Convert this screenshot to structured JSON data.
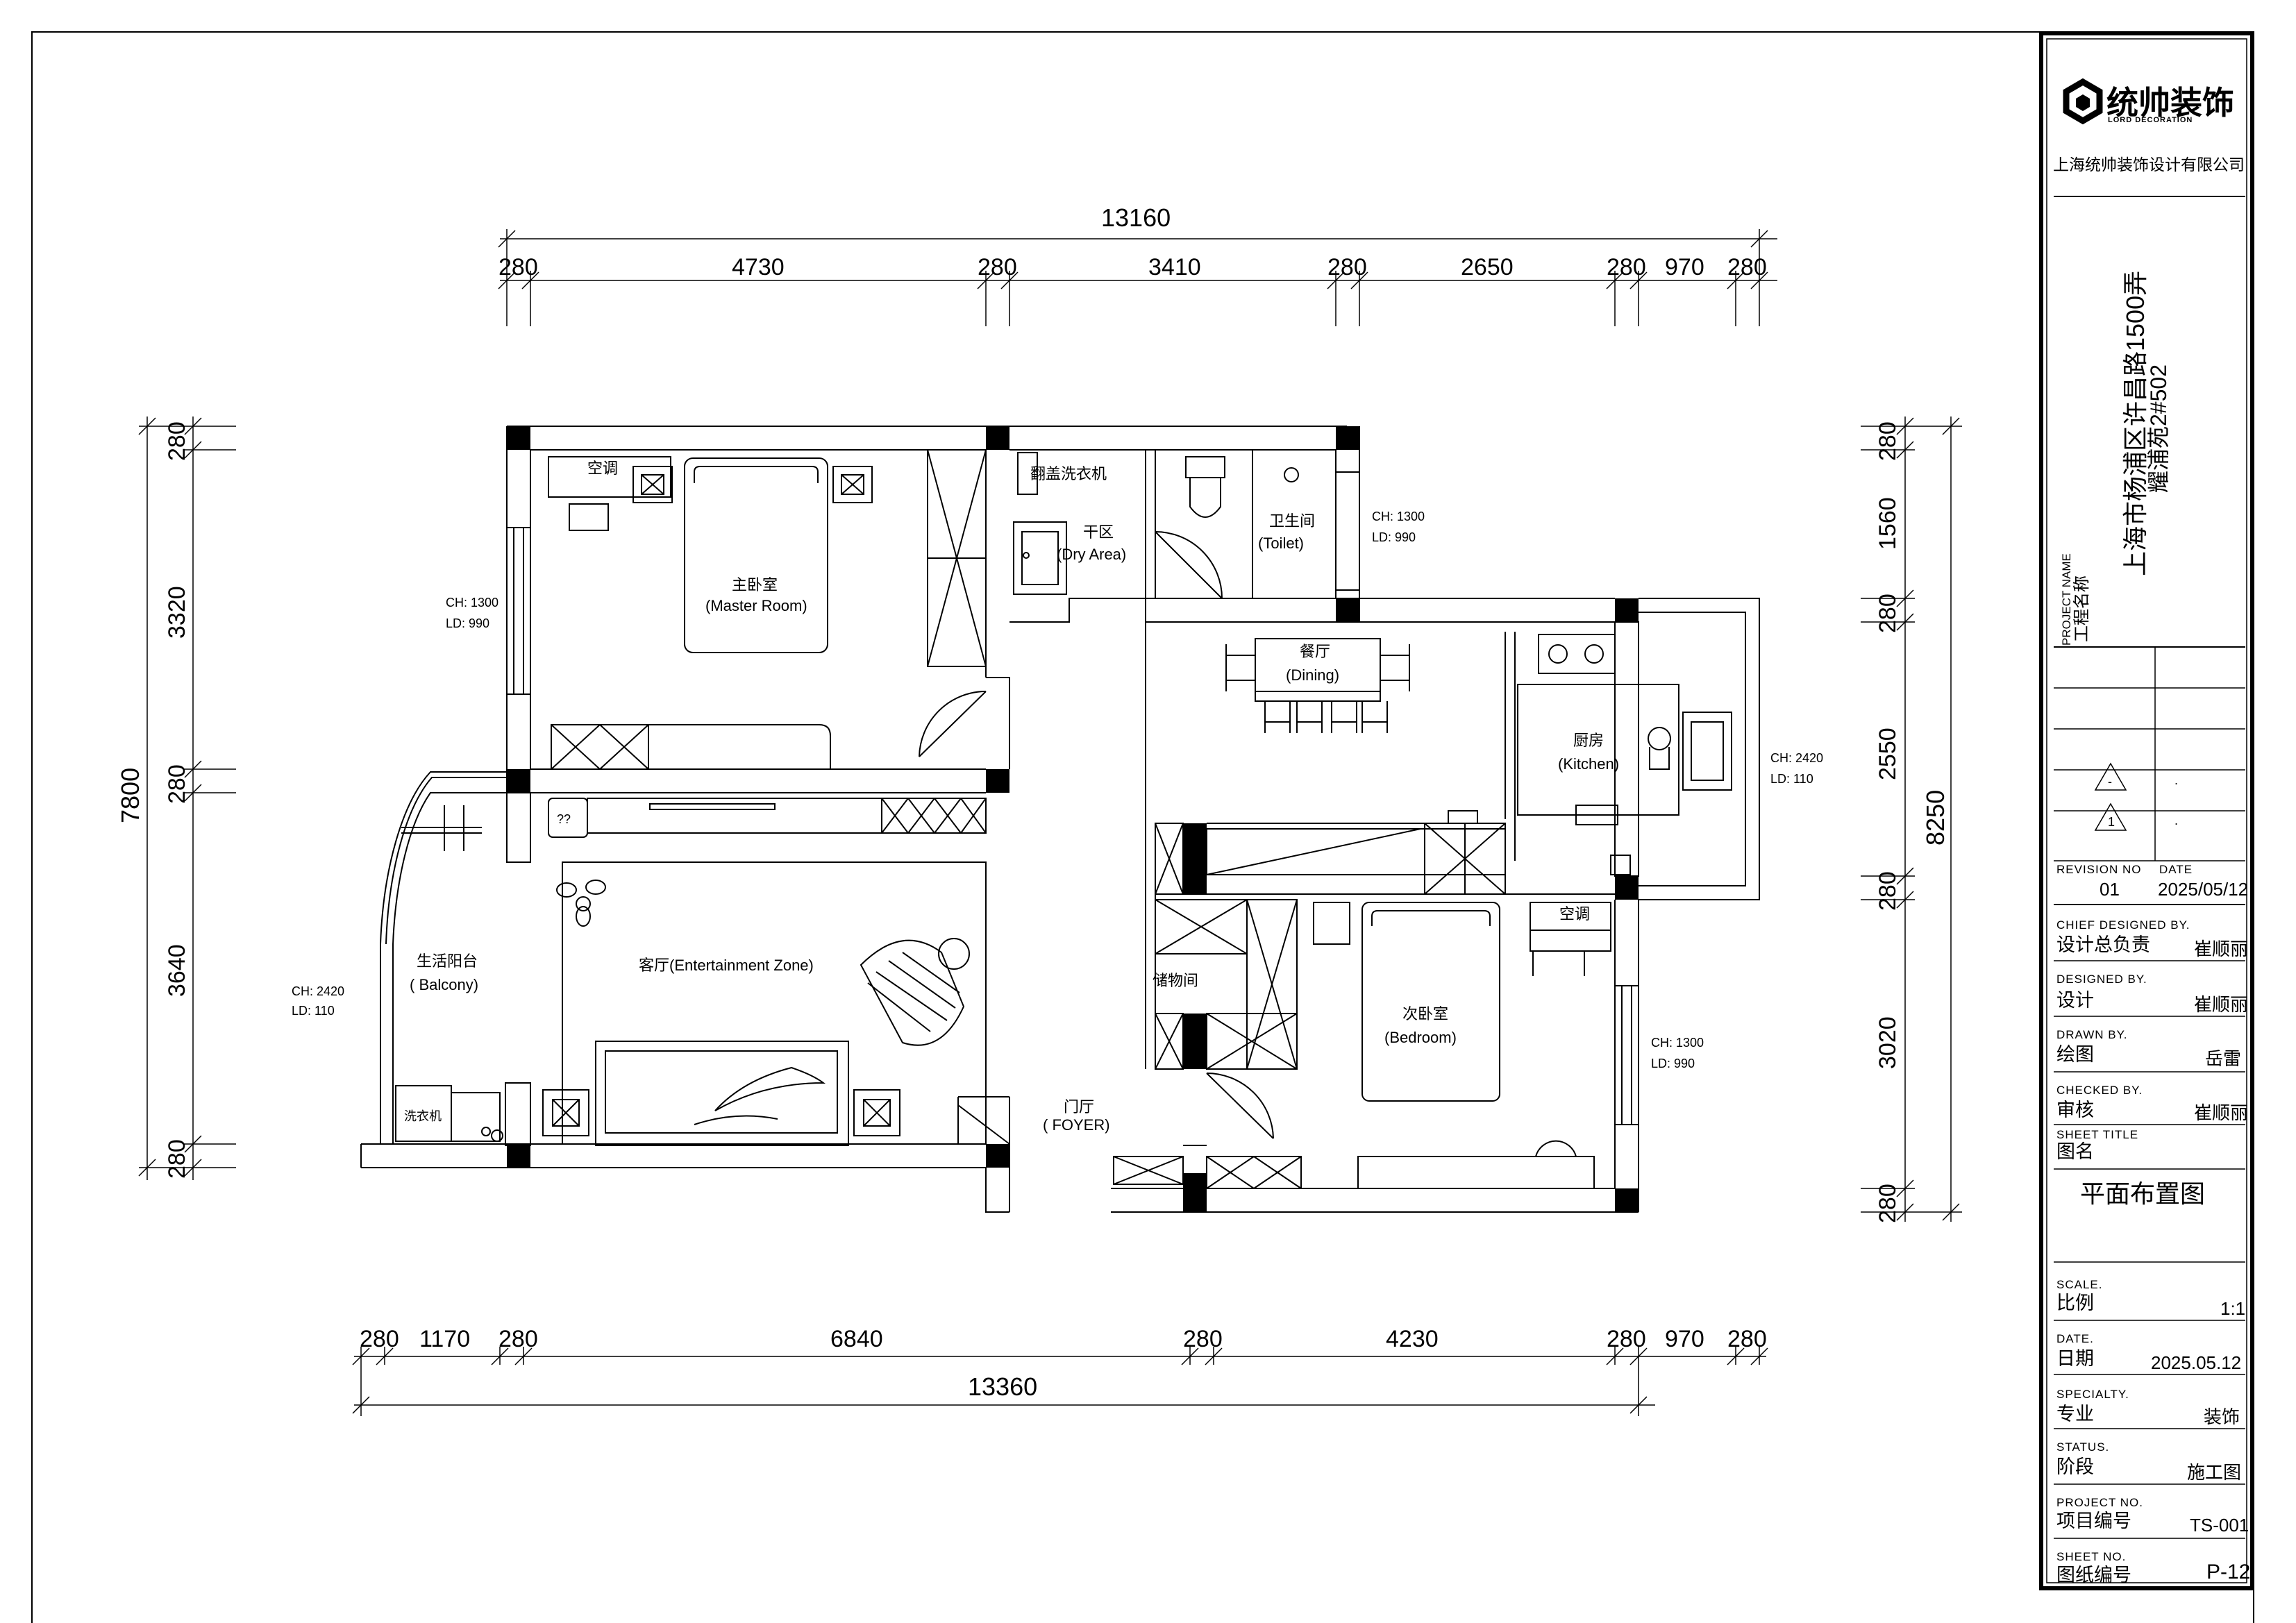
{
  "title_block": {
    "brand_name": "统帅装饰",
    "brand_sub": "LORD DECORATION",
    "company": "上海统帅装饰设计有限公司",
    "project_name_en": "PROJECT NAME",
    "project_name_cn": "工程名称",
    "project_address_line1": "上海市杨浦区许昌路1500弄",
    "project_address_line2": "耀浦苑2#502",
    "revisions": [
      {
        "mark": "-",
        "note": "."
      },
      {
        "mark": "1",
        "note": "."
      }
    ],
    "revision_no_label": "REVISION NO",
    "revision_no": "01",
    "date_label": "DATE",
    "revision_date": "2025/05/12",
    "fields": [
      {
        "en": "CHIEF DESIGNED BY.",
        "cn": "设计总负责",
        "value": "崔顺丽"
      },
      {
        "en": "DESIGNED BY.",
        "cn": "设计",
        "value": "崔顺丽"
      },
      {
        "en": "DRAWN BY.",
        "cn": "绘图",
        "value": "岳雷"
      },
      {
        "en": "CHECKED BY.",
        "cn": "审核",
        "value": "崔顺丽"
      }
    ],
    "sheet_title_en": "SHEET TITLE",
    "sheet_title_cn": "图名",
    "sheet_title": "平面布置图",
    "fields2": [
      {
        "en": "SCALE.",
        "cn": "比例",
        "value": "1:1"
      },
      {
        "en": "DATE.",
        "cn": "日期",
        "value": "2025.05.12"
      },
      {
        "en": "SPECIALTY.",
        "cn": "专业",
        "value": "装饰"
      },
      {
        "en": "STATUS.",
        "cn": "阶段",
        "value": "施工图"
      },
      {
        "en": "PROJECT NO.",
        "cn": "项目编号",
        "value": "TS-001"
      },
      {
        "en": "SHEET NO.",
        "cn": "图纸编号",
        "value": "P-12"
      }
    ]
  },
  "dimensions": {
    "top_total": "13160",
    "top_segments": [
      "280",
      "4730",
      "280",
      "3410",
      "280",
      "2650",
      "280",
      "970",
      "280"
    ],
    "bottom_total": "13360",
    "bottom_segments": [
      "280",
      "1170",
      "280",
      "6840",
      "280",
      "4230",
      "280",
      "970",
      "280"
    ],
    "left_total": "7800",
    "left_segments": [
      "280",
      "3320",
      "280",
      "3640",
      "280"
    ],
    "right_total": "8250",
    "right_segments": [
      "280",
      "1560",
      "280",
      "2550",
      "280",
      "3020",
      "280"
    ]
  },
  "rooms": {
    "master": {
      "cn": "主卧室",
      "en": "(Master Room)"
    },
    "dry": {
      "cn": "干区",
      "en": "(Dry Area)"
    },
    "toilet": {
      "cn": "卫生间",
      "en": "(Toilet)"
    },
    "dining": {
      "cn": "餐厅",
      "en": "(Dining)"
    },
    "kitchen": {
      "cn": "厨房",
      "en": "(Kitchen)"
    },
    "living": {
      "cn": "客厅(Entertainment Zone)"
    },
    "balcony": {
      "cn": "生活阳台",
      "en": "( Balcony)"
    },
    "storage": {
      "cn": "储物间"
    },
    "foyer": {
      "cn": "门厅",
      "en": "( FOYER)"
    },
    "bedroom": {
      "cn": "次卧室",
      "en": "(Bedroom)"
    }
  },
  "fixtures": {
    "ac_master": "空调",
    "ac_bedroom": "空调",
    "washer_top": "翻盖洗衣机",
    "washer_balcony": "洗衣机",
    "circle_mark": "??"
  },
  "window_notes": {
    "master": {
      "ch": "CH: 1300",
      "ld": "LD:  990"
    },
    "toilet": {
      "ch": "CH: 1300",
      "ld": "LD:  990"
    },
    "kitchen": {
      "ch": "CH: 2420",
      "ld": "LD:  110"
    },
    "balcony": {
      "ch": "CH: 2420",
      "ld": "LD:  110"
    },
    "bedroom": {
      "ch": "CH: 1300",
      "ld": "LD:  990"
    }
  }
}
